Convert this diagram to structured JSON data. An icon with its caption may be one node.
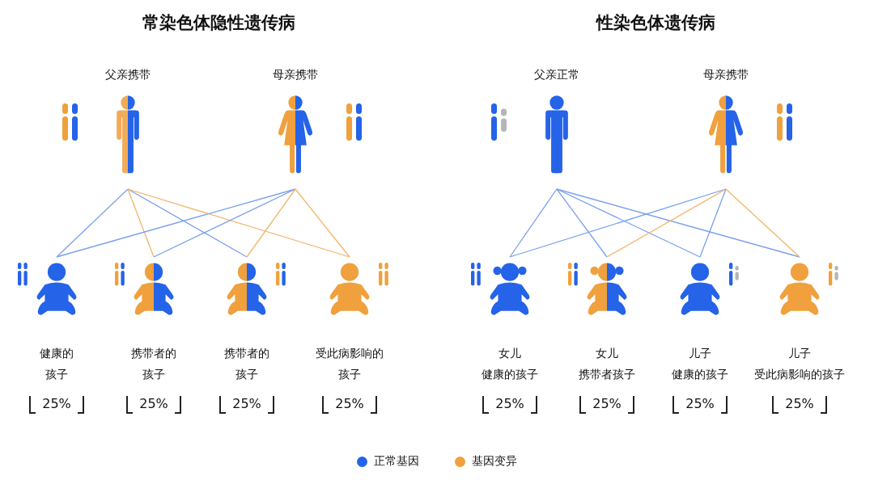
{
  "diagram": {
    "nodes": [
      {
        "text": [
          "父亲携带"
        ]
      },
      {
        "text": [
          "母亲携带"
        ]
      },
      {
        "text": [
          "健康的孩子",
          "25%"
        ]
      },
      {
        "text": [
          "携带者的孩子",
          "25%"
        ]
      },
      {
        "text": [
          "携带者的孩子",
          "25%"
        ]
      },
      {
        "text": [
          "受此病影响的孩子",
          "25%"
        ]
      },
      {
        "text": [
          "父亲正常"
        ]
      },
      {
        "text": [
          "母亲携带"
        ]
      },
      {
        "text": [
          "女儿",
          "健康的孩子",
          "25%"
        ]
      },
      {
        "text": [
          "女儿",
          "携带者孩子",
          "25%"
        ]
      },
      {
        "text": [
          "儿子",
          "健康的孩子",
          "25%"
        ]
      },
      {
        "text": [
          "儿子",
          "受此病影响的孩子",
          "25%"
        ]
      }
    ],
    "edges": [
      {
        "from": 0,
        "to": 2,
        "arrow": "none"
      },
      {
        "from": 0,
        "to": 3,
        "arrow": "none",
        "color": "#f2b468"
      },
      {
        "from": 0,
        "to": 4,
        "arrow": "none"
      },
      {
        "from": 0,
        "to": 5,
        "arrow": "none",
        "color": "#f2b468"
      },
      {
        "from": 1,
        "to": 2,
        "arrow": "none"
      },
      {
        "from": 1,
        "to": 3,
        "arrow": "none"
      },
      {
        "from": 1,
        "to": 4,
        "arrow": "none",
        "color": "#f2b468"
      },
      {
        "from": 1,
        "to": 5,
        "arrow": "none",
        "color": "#f2b468"
      },
      {
        "from": 6,
        "to": 8,
        "arrow": "none"
      },
      {
        "from": 6,
        "to": 9,
        "arrow": "none"
      },
      {
        "from": 6,
        "to": 10,
        "arrow": "none"
      },
      {
        "from": 6,
        "to": 11,
        "arrow": "none"
      },
      {
        "from": 7,
        "to": 8,
        "arrow": "none"
      },
      {
        "from": 7,
        "to": 9,
        "arrow": "none",
        "color": "#f2b468"
      },
      {
        "from": 7,
        "to": 10,
        "arrow": "none"
      },
      {
        "from": 7,
        "to": 11,
        "arrow": "none",
        "color": "#f2b468"
      }
    ],
    "labels": [
      "常染色体隐性遗传病",
      "性染色体遗传病"
    ],
    "legend": [
      {
        "text": "正常基因",
        "color": "#2563e8"
      },
      {
        "text": "基因变异",
        "color": "#f0a03c"
      }
    ]
  }
}
